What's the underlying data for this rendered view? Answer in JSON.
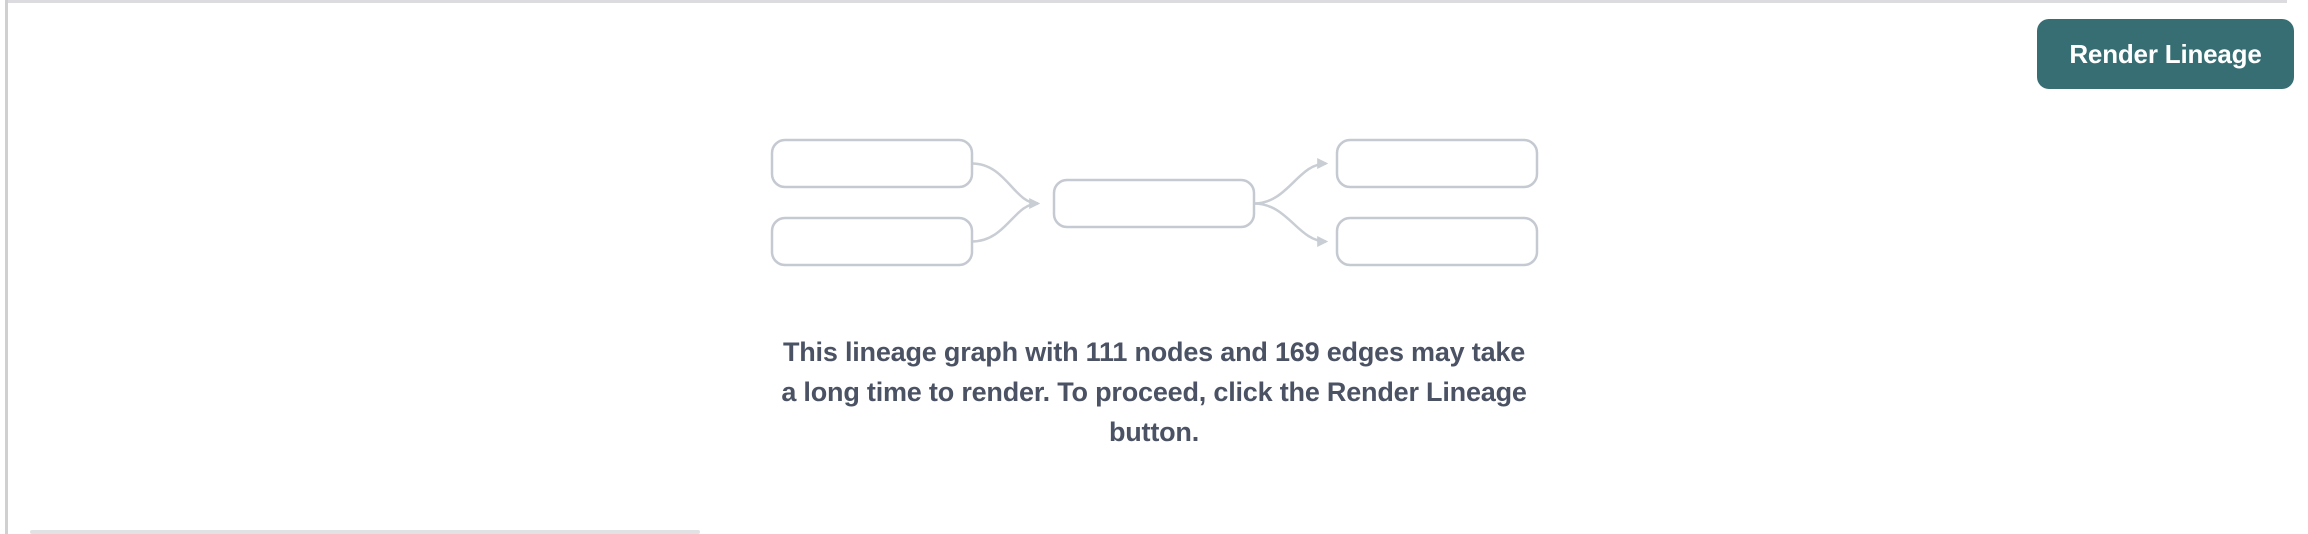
{
  "toolbar": {
    "render_button_label": "Render Lineage"
  },
  "message": {
    "full_text": "This lineage graph with 111 nodes and 169 edges may take a long time to render. To proceed, click the Render Lineage button.",
    "lines": [
      "This lineage graph with 111 nodes and 169 edges may take",
      "a long time to render. To proceed, click the Render Lineage",
      "button."
    ],
    "node_count": 111,
    "edge_count": 169
  },
  "placeholder_graphic": {
    "icon": "lineage-placeholder-icon",
    "node_boxes": 5,
    "edge_arrows": 4
  },
  "colors": {
    "accent_teal": "#366E74",
    "button_text": "#FFFFFF",
    "node_border": "#C5C9D1",
    "edge_gray": "#C9CDD4",
    "message_text": "#4A5264",
    "panel_border": "#DCDCE0",
    "left_border": "#D0D0D3",
    "scrollbar_thumb": "#E2E2E5"
  }
}
